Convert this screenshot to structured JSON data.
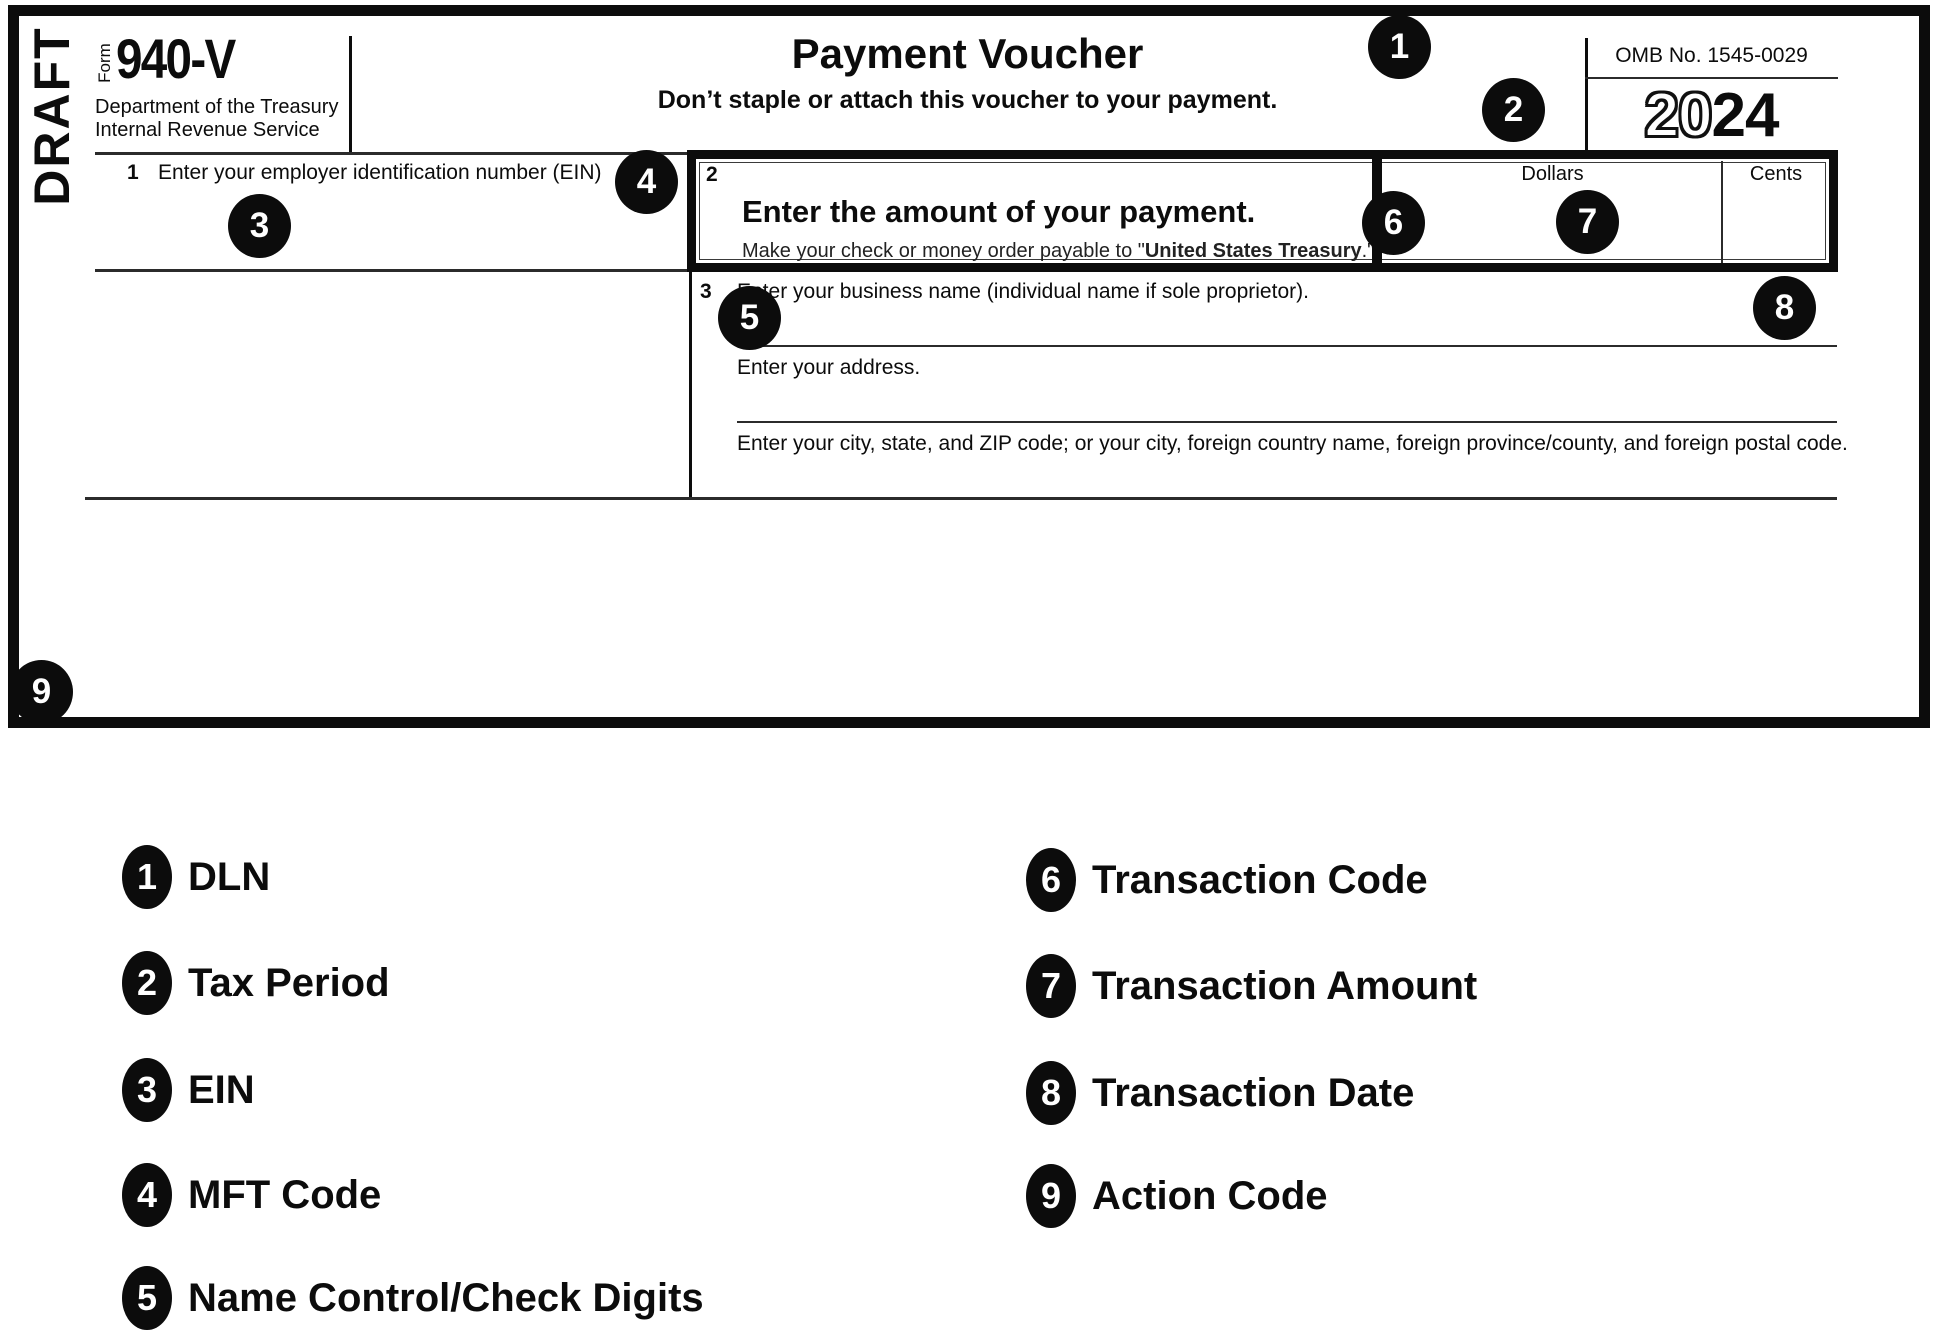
{
  "form": {
    "draft_label": "DRAFT",
    "form_word": "Form",
    "form_number": "940-V",
    "agency_line1": "Department of the Treasury",
    "agency_line2": "Internal Revenue Service",
    "title": "Payment Voucher",
    "subtitle": "Don’t staple or attach this voucher to your payment.",
    "omb": "OMB No. 1545-0029",
    "year_outline": "20",
    "year_bold": "24",
    "field1": {
      "number": "1",
      "label": "Enter your employer identification number (EIN)"
    },
    "field2": {
      "number": "2",
      "heading": "Enter the amount of your payment.",
      "payable_prefix": "Make your check or money order payable to \"",
      "payable_bold": "United States Treasury",
      "payable_suffix": ".\"",
      "dollars_label": "Dollars",
      "cents_label": "Cents"
    },
    "field3": {
      "number": "3",
      "name_label": "Enter your business name (individual name if sole proprietor).",
      "address_label": "Enter your address.",
      "city_label": "Enter your city, state, and ZIP code; or your city, foreign country name, foreign province/county, and foreign postal code."
    }
  },
  "callouts": {
    "n1": "1",
    "n2": "2",
    "n3": "3",
    "n4": "4",
    "n5": "5",
    "n6": "6",
    "n7": "7",
    "n8": "8",
    "n9": "9"
  },
  "legend": {
    "left": [
      {
        "num": "1",
        "label": "DLN"
      },
      {
        "num": "2",
        "label": "Tax Period"
      },
      {
        "num": "3",
        "label": "EIN"
      },
      {
        "num": "4",
        "label": "MFT Code"
      },
      {
        "num": "5",
        "label": "Name Control/Check Digits"
      }
    ],
    "right": [
      {
        "num": "6",
        "label": "Transaction Code"
      },
      {
        "num": "7",
        "label": "Transaction Amount"
      },
      {
        "num": "8",
        "label": "Transaction Date"
      },
      {
        "num": "9",
        "label": "Action Code"
      }
    ]
  }
}
